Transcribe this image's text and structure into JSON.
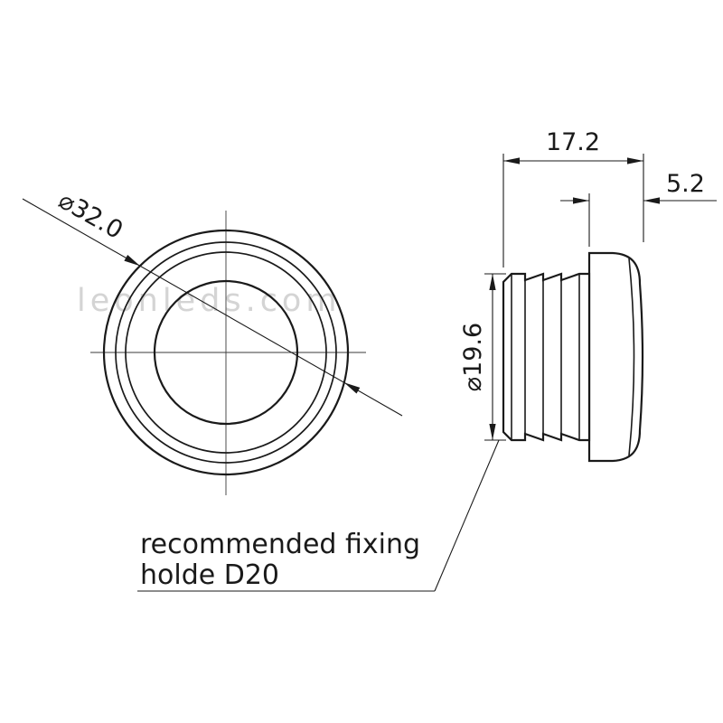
{
  "watermark": {
    "text": "leonleds.com",
    "color": "#d4d4d4"
  },
  "front_view": {
    "diameter_label": "⌀32.0"
  },
  "side_view": {
    "overall_width_label": "17.2",
    "flange_width_label": "5.2",
    "body_diameter_label": "⌀19.6"
  },
  "note": {
    "line1": "recommended fixing",
    "line2": "holde D20"
  },
  "colors": {
    "line": "#1a1a1a"
  }
}
